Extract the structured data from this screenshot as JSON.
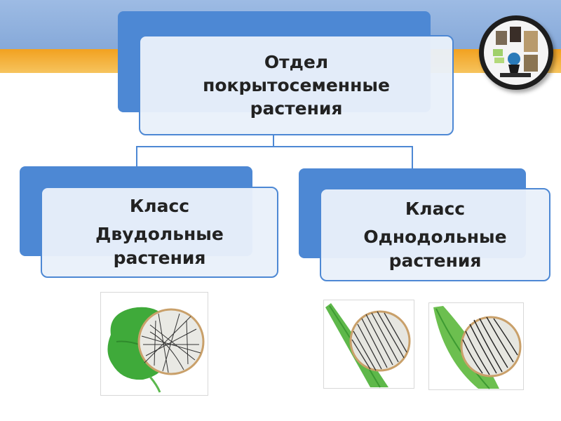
{
  "root": {
    "line1": "Отдел",
    "line2": "покрытосеменные",
    "line3": "растения"
  },
  "left": {
    "line1": "Класс",
    "line2": "Двудольные",
    "line3": "растения"
  },
  "right": {
    "line1": "Класс",
    "line2": "Однодольные",
    "line3": "растения"
  },
  "colors": {
    "accent": "#4d88d4",
    "box_fill": "#e9f0fa",
    "stripe_blue": "#8fb1de",
    "stripe_orange": "#f2a120",
    "leaf_green": "#3faa3a"
  },
  "icons": [
    "emblem-icon",
    "dicot-leaf-icon",
    "monocot-leaf-icon",
    "monocot-leaf-veins-icon"
  ]
}
